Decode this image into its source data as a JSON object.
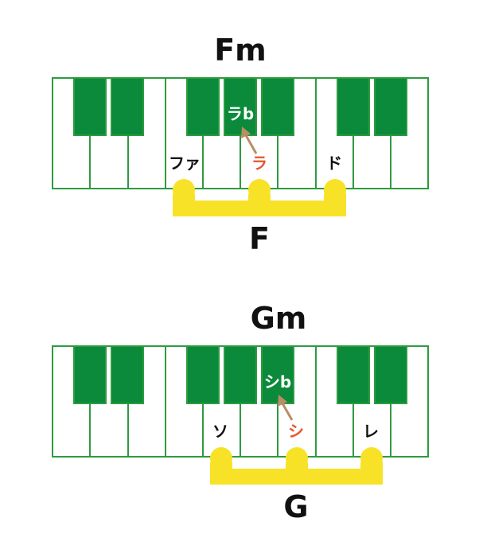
{
  "diagrams": [
    {
      "chord_minor": "Fm",
      "chord_major": "F",
      "root_note": "ファ",
      "third_note": "ラ",
      "third_flat_note": "ラb",
      "fifth_note": "ド"
    },
    {
      "chord_minor": "Gm",
      "chord_major": "G",
      "root_note": "ソ",
      "third_note": "シ",
      "third_flat_note": "シb",
      "fifth_note": "レ"
    }
  ],
  "colors": {
    "key_border": "#2e9b3f",
    "black_key": "#0a8a3a",
    "white_key": "#ffffff",
    "bracket": "#f7e228",
    "third_note": "#e4572e",
    "flat_note": "#ffffff",
    "arrow": "#b98e65",
    "text": "#111111"
  }
}
